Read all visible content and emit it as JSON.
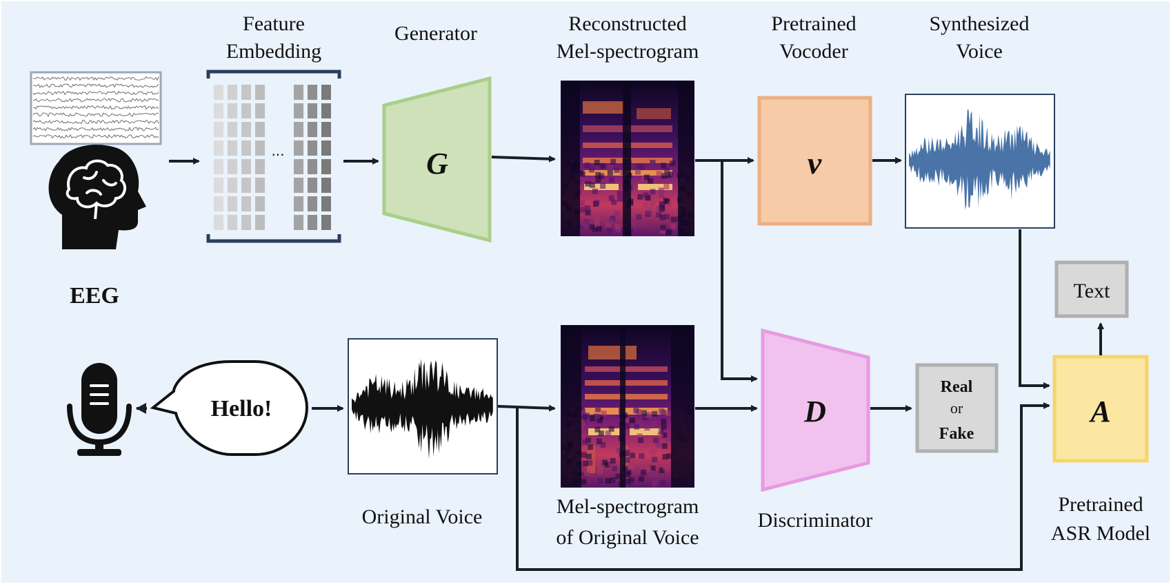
{
  "labels": {
    "feature_embedding_line1": "Feature",
    "feature_embedding_line2": "Embedding",
    "generator": "Generator",
    "reconstructed_line1": "Reconstructed",
    "reconstructed_line2": "Mel-spectrogram",
    "vocoder_line1": "Pretrained",
    "vocoder_line2": "Vocoder",
    "synth_line1": "Synthesized",
    "synth_line2": "Voice",
    "eeg": "EEG",
    "original_voice": "Original Voice",
    "mel_orig_line1": "Mel-spectrogram",
    "mel_orig_line2": "of Original Voice",
    "discriminator": "Discriminator",
    "asr_line1": "Pretrained",
    "asr_line2": "ASR Model"
  },
  "blocks": {
    "generator_symbol": "G",
    "vocoder_symbol": "v",
    "discriminator_symbol": "D",
    "asr_symbol": "A",
    "text_output": "Text",
    "real": "Real",
    "or": "or",
    "fake": "Fake",
    "speech_bubble": "Hello!",
    "embedding_ellipsis": "···"
  },
  "colors": {
    "background": "#eaf2fb",
    "generator_fill": "#cfe1b9",
    "generator_stroke": "#a9cf8a",
    "vocoder_fill": "#f7caa8",
    "vocoder_stroke": "#eeaf7f",
    "discriminator_fill": "#f2c2ef",
    "discriminator_stroke": "#e79be2",
    "asr_fill": "#fbe6a2",
    "asr_stroke": "#f6d56a",
    "grey_box_fill": "#d9d9d9",
    "grey_box_stroke": "#b0b0b0",
    "synth_wave": "#4a74a8",
    "orig_wave": "#111111"
  }
}
